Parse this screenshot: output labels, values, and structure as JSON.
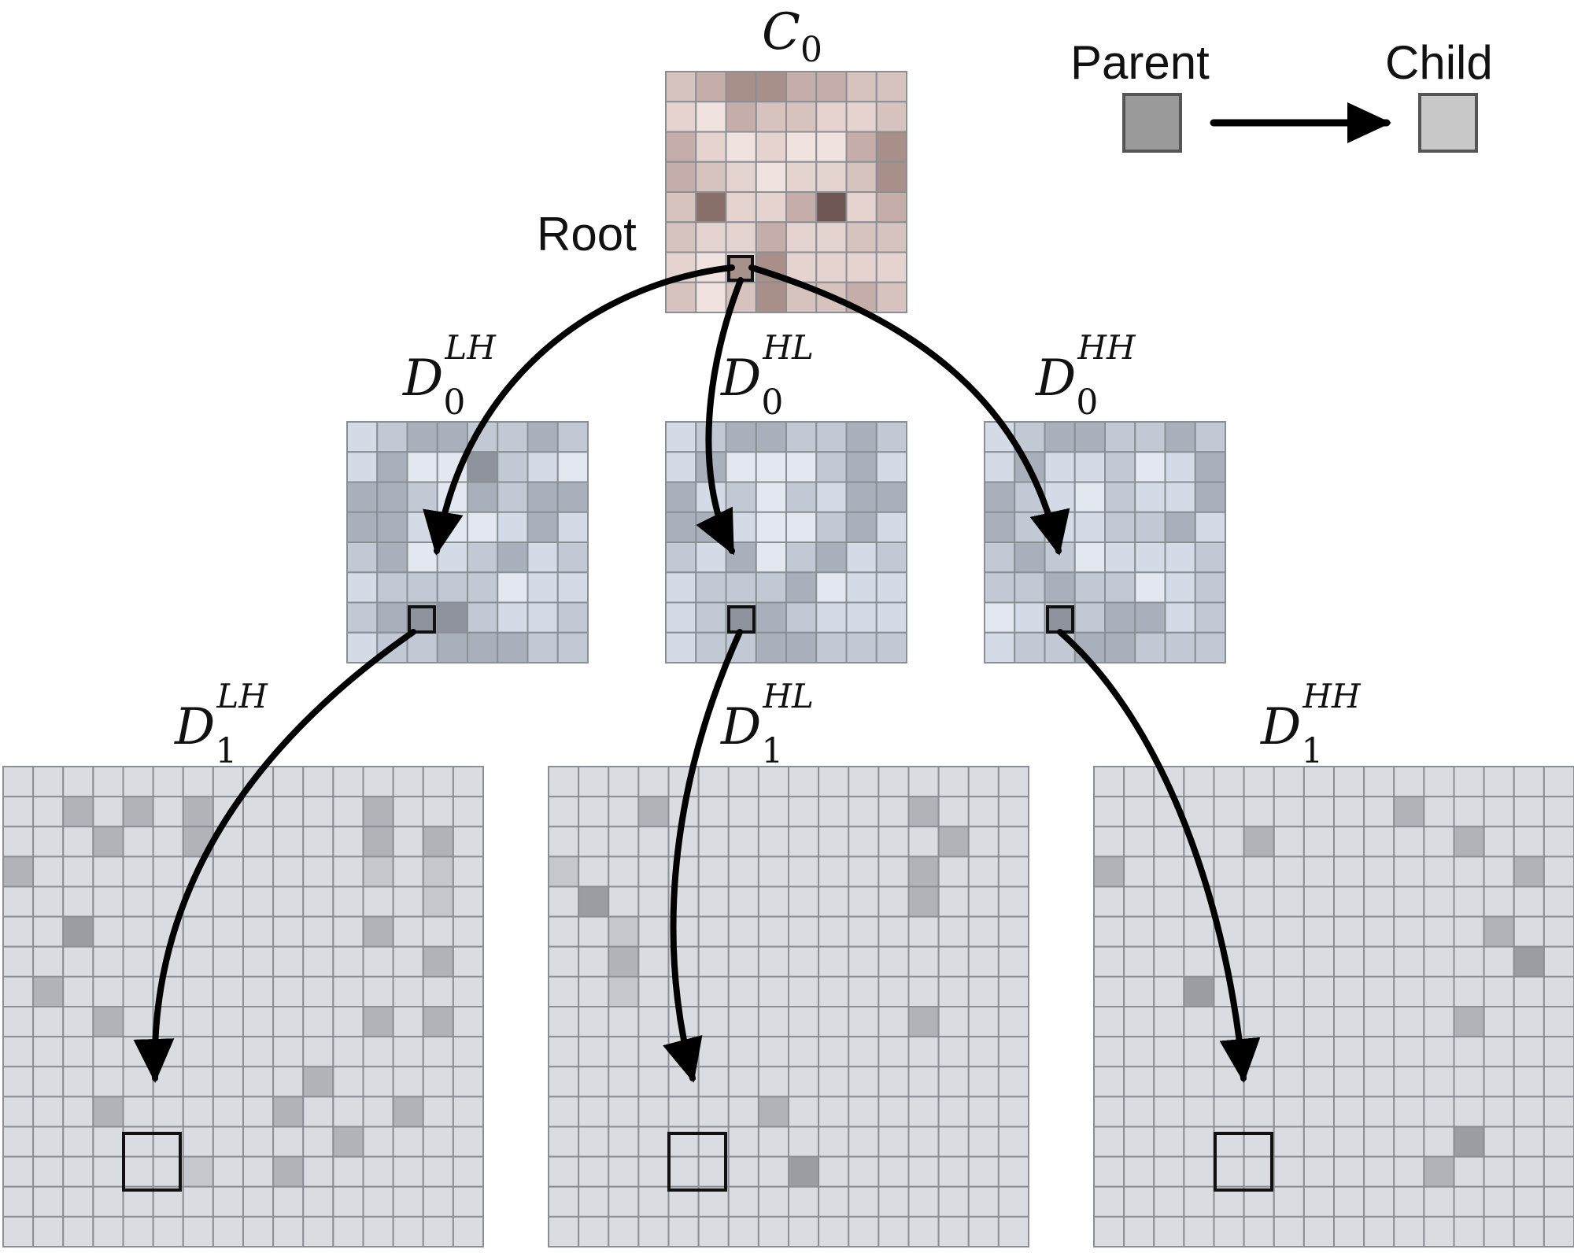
{
  "legend": {
    "parent_label": "Parent",
    "child_label": "Child",
    "parent_color": "#9a9a9a",
    "child_color": "#c8c8c8"
  },
  "root_label": "Root",
  "subbands": {
    "c0": {
      "symbol": "C",
      "subscript": "0",
      "superscript": ""
    },
    "d0_lh": {
      "symbol": "D",
      "subscript": "0",
      "superscript": "LH"
    },
    "d0_hl": {
      "symbol": "D",
      "subscript": "0",
      "superscript": "HL"
    },
    "d0_hh": {
      "symbol": "D",
      "subscript": "0",
      "superscript": "HH"
    },
    "d1_lh": {
      "symbol": "D",
      "subscript": "1",
      "superscript": "LH"
    },
    "d1_hl": {
      "symbol": "D",
      "subscript": "1",
      "superscript": "HL"
    },
    "d1_hh": {
      "symbol": "D",
      "subscript": "1",
      "superscript": "HH"
    }
  },
  "colors": {
    "c0_palette": [
      "#f0e2df",
      "#e5d3cf",
      "#d7c3be",
      "#c5aea9",
      "#a88f89",
      "#8a706b",
      "#6e5652"
    ],
    "d0_palette": [
      "#e3e8f0",
      "#d5dbe6",
      "#c2c8d4",
      "#a9afbb",
      "#8e939d"
    ],
    "d1_palette": [
      "#d9dce0",
      "#c4c7cc",
      "#b0b3b8",
      "#9a9da2",
      "#85888c"
    ],
    "grid_line": "#8a8e95",
    "arrow": "#000000"
  },
  "grids": {
    "c0": [
      "23443322",
      "10322112",
      "31010034",
      "32101124",
      "25113613",
      "21131122",
      "10141111",
      "20242232"
    ],
    "d0_lh": [
      "12332232",
      "13004210",
      "33203233",
      "33100131",
      "23012312",
      "12222011",
      "23342112",
      "12233322"
    ],
    "d0_hl": [
      "12332232",
      "13000231",
      "31202133",
      "33100231",
      "21302312",
      "12223011",
      "12232111",
      "12233222"
    ],
    "d0_hh": [
      "12332232",
      "13112013",
      "32102113",
      "32112231",
      "23201112",
      "22322012",
      "01223312",
      "12233222"
    ],
    "d1_lh": [
      "0000000000000000",
      "0020202000002000",
      "0002002000002020",
      "2000000000001010",
      "0000000000000010",
      "0030000000002000",
      "0000000000000020",
      "0200000000000000",
      "0002000000002020",
      "0000000000000000",
      "0000000000200000",
      "0002000002000200",
      "0000000000020000",
      "0000001002000000",
      "0000000000000000",
      "0000000000000000"
    ],
    "d1_hl": [
      "0000000000000000",
      "0002000000002000",
      "0000000000000200",
      "1000000000002000",
      "0300000000002000",
      "0010000000000000",
      "0020000000000000",
      "0010000000000000",
      "0000000000002000",
      "0000000000000000",
      "0000000000000000",
      "0000000200000000",
      "0000000000000000",
      "0000000030000000",
      "0000000000000000",
      "0000000000000000"
    ],
    "d1_hh": [
      "0000000000000000",
      "0000000000200000",
      "0000020000002000",
      "2000000000000020",
      "0000000000000000",
      "0000000000000200",
      "0000000000000030",
      "0003000000000000",
      "0000000000002000",
      "0000000000000000",
      "0000000000000000",
      "0000000000000000",
      "0000000000003000",
      "0000000000020000",
      "0000000000000000",
      "0000000000000000"
    ]
  }
}
